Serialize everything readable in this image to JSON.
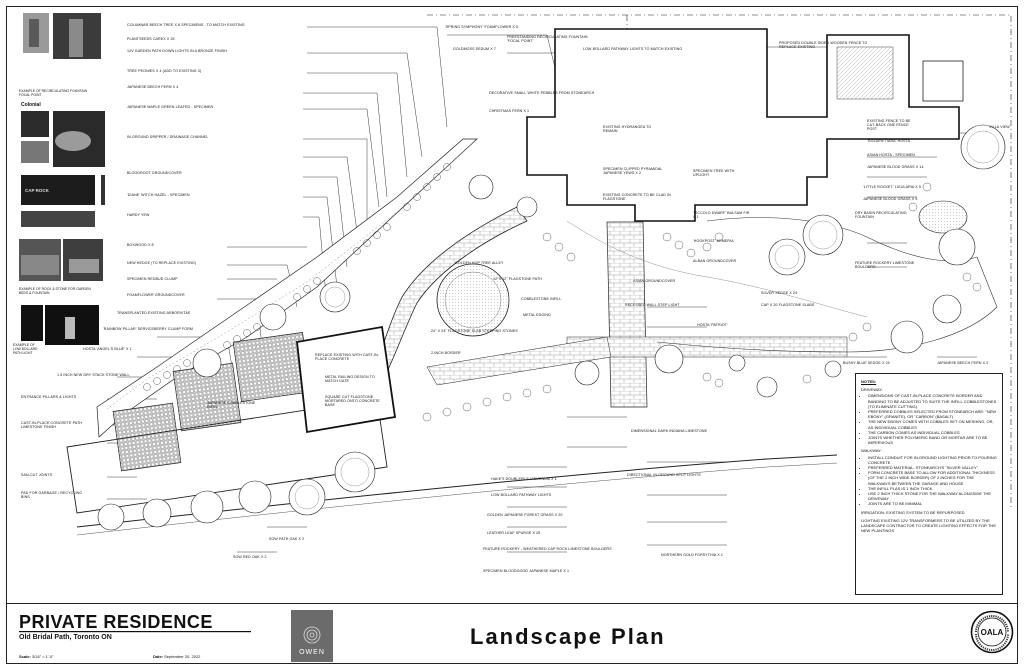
{
  "title_block": {
    "project_name": "PRIVATE RESIDENCE",
    "address": "Old Bridal Path, Toronto ON",
    "scale_label": "Scale:",
    "scale_value": "3/16\" = 1'-0\"",
    "date_label": "Date:",
    "date_value": "September 20, 2022",
    "drawing_title": "Landscape Plan",
    "logo_text": "OWEN",
    "seal_text": "OALA"
  },
  "examples": [
    "EXAMPLE OF RECIRCULATING FOUNTAIN FOCAL POINT",
    "EXAMPLE OF ROCK & STONE FOR GARDEN BEDS & FOUNTAIN",
    "EXAMPLE OF LOW BOLLARD PATH LIGHT"
  ],
  "example_brands": [
    "Colonial",
    "CAP ROCK"
  ],
  "labels_left": [
    "COLUMNAR BEECH TREE X 6 SPECIMENS - TO MATCH EXISTING",
    "PLANTSEEDS CAREX X 25",
    "12V GARDEN PATH DOWN LIGHTS IN A BRONZE FINISH",
    "TREE PEONIES X 4 (ADD TO EXISTING 3)",
    "JAPANESE BEECH FERN X 4",
    "JAPANESE MAPLE GREEN LEAFED - SPECIMEN",
    "IN-GROUND DRIPPER / DRAINAGE CHANNEL",
    "BLOODROOT GROUNDCOVER",
    "'DIANE' WITCH HAZEL - SPECIMEN",
    "HARDY YEW",
    "BOXWOOD X 8",
    "NEW HEDGE (TO REPLACE EXISTING)",
    "SPECIMEN REDBUD CLUMP",
    "FOAMFLOWER GROUNDCOVER",
    "TRANSPLANTED EXISTING ARBORVITAE",
    "'RAINBOW PILLAR' SERVICEBERRY CLUMP FORM",
    "HOSTA 'ANGEL'S BLUE' X 1",
    "1.5 INCH NEW DRY STACK STONE WALL",
    "ENTRANCE PILLARS & LIGHTS",
    "CAST-IN-PLACE CONCRETE PATH LIMESTONE FINISH",
    "SAN-CUT JOINTS",
    "PAD FOR GARBAGE / RECYCLING BINS"
  ],
  "labels_center": [
    "'SPRING SYMPHONY' FOAMFLOWER X 5",
    "GOLDMOSS SEDUM X 7",
    "FREESTANDING RECIRCULATING FOUNTAIN 'FOCAL POINT'",
    "LOW BOLLARD PATHWAY LIGHTS TO MATCH EXISTING",
    "DECORATIVE SMALL WHITE PEBBLES FROM STONEARCH",
    "CHRISTMAS FERN X 1",
    "EXISTING HYDRANGEA TO REMAIN",
    "SPECIMEN CLIPPED PYRAMIDAL JAPANESE YEWS X 2",
    "EXISTING CONCRETE TO BE CLAD IN FLAGSTONE",
    "GOLDEN HOP TREE ALLEY",
    "12\"X 12\" FLAGSTONE PATH",
    "COBBLESTONE INFILL",
    "METAL EDGING",
    "24\" X 24\" FLAGSTONE SLAB STEPPING STONES",
    "2-INCH BORDER",
    "REPLACE EXISTING WITH CAST-IN-PLACE CONCRETE",
    "METAL RAILING DESIGN TO MATCH GATE",
    "SQUARE CUT FLAGSTONE MORTARED ONTO CONCRETE BASE",
    "JAPANESE COBBLESTONE INFILL",
    "HAKE'S DOUBLEFILE VIBURNUM X 1",
    "LOW BOLLARD PATHWAY LIGHTS",
    "GOLDEN JAPANESE FOREST GRASS X 20",
    "LEATHER LEAF SPURGE X 25",
    "FEATURE ROCKERY - WEATHERED CAP ROCK LIMESTONE BOULDERS",
    "SPECIMEN BLOODGOOD JAPANESE MAPLE X 1",
    "SOW PATH OAK X 2",
    "SOW RED OAK X 2",
    "DIRECTIONAL IN-GROUND SPOT LIGHTS",
    "DIMENSIONAL DARK INDIANA LIMESTONE",
    "RECESSED WALL STEP LIGHT",
    "NORTHERN GOLD FORSYTHIA X 1",
    "ALBAN GROUNDCOVER"
  ],
  "labels_right": [
    "PROPOSED DOUBLE SIDED WOODEN FENCE TO REPLACE EXISTING",
    "EXISTING FENCE TO BE CUT-BACK ONE FENCE POST",
    "'GOLDEN TIARA' HOSTA",
    "ASIAN HOSTA - SPECIMEN",
    "JAPANESE BLOOD GRASS X 14",
    "'LITTLE ROCKET' LIGULARIA X 5",
    "JAPANESE BLOOD GRASS X 5",
    "DRY BASIN RECIRCULATING FOUNTAIN",
    "FEATURE ROCKERY LIMESTONE BOULDERS",
    "BUSHY BLUE SEDGE X 24",
    "JAPANESE BEECH FERN X 2",
    "SPECIMEN TREE WITH UPLIGHT",
    "'PICCOLO DWARF' BALSAM FIR X 1",
    "'HOOKPOST' ARMERIA",
    "SILVER SEDGE X 24",
    "CAP X 20 FLAGSTONE SLABS",
    "HOSTA 'PATRIOT'",
    "ASIAN GROUNDCOVER",
    "VILLA VIEW"
  ],
  "notes": {
    "heading": "NOTES:",
    "driveway_heading": "DRIVEWAY:",
    "driveway_items": [
      "DIMENSIONS OF CAST-IN-PLACE CONCRETE BORDER AND BANDING TO BE ADJUSTED TO SUITE THE INFILL COBBLESTONES (TO ELIMINATE CUTTING)",
      "PREFERRED COBBLES SELECTED FROM STONEARCH ARE: \"NEW EBONY\" (GRANITE), OR \"CARBON\" (BASALT)",
      "THE NEW EBONY COMES WITH COBBLES SET ON MESHING, OR, AS INDIVIDUAL COBBLES",
      "THE CARBON COMES AS INDIVIDUAL COBBLES",
      "JOINTS WHETHER POLYMERIC BAND OR MORTAR ARE TO BE IMPERVIOUS"
    ],
    "walkway_heading": "WALKWAY:",
    "walkway_items": [
      "INSTALL CONDUIT FOR IN-GROUND LIGHTING PRIOR TO POURING CONCRETE",
      "PREFERRED MATERIAL: STONEARCH'S \"SILVER VALLEY\"",
      "FORM CONCRETE BASE TO ALLOW FOR ADDITIONAL THICKNESS (OF THE 2 INCH WIDE BORDER) OF 2 INCHES FOR THE WALKWAYS BETWEEN THE GARAGE AND HOUSE",
      "THE INFILL PLAS IS 1 INCH THICK",
      "USE 2 INCH THICK STONE FOR THE WALKWAY ALONGSIDE THE DRIVEWAY",
      "JOINTS ARE TO BE MINIMAL"
    ],
    "irrigation": "IRRIGATION: EXISTING SYSTEM TO BE REPURPOSED",
    "lighting": "LIGHTING EXISTING 12V TRANSFORMERS TO BE UTILIZED BY THE LANDSCAPE CONTRACTOR TO CREATE LIGHTING EFFECTS FOR THE NEW PLANTINGS"
  }
}
